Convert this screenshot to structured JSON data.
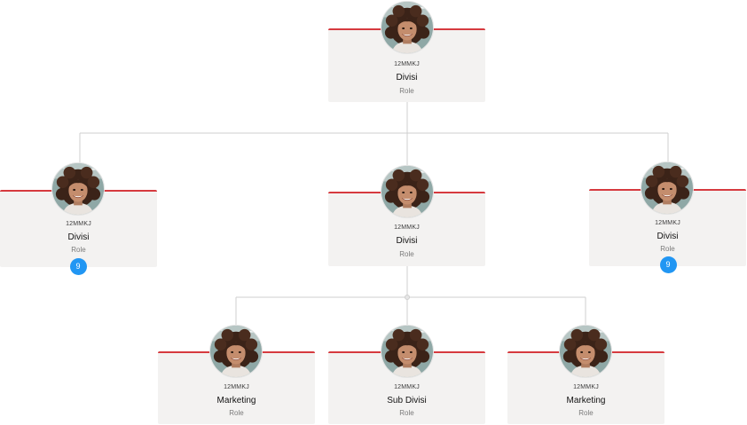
{
  "colors": {
    "card_bg": "#f3f2f1",
    "card_accent": "#d63a3f",
    "connector": "#cfcfcf",
    "badge": "#2196f3"
  },
  "nodes": {
    "root": {
      "code": "12MMKJ",
      "name": "Divisi",
      "role": "Role",
      "avatar": "person-avatar"
    },
    "left": {
      "code": "12MMKJ",
      "name": "Divisi",
      "role": "Role",
      "avatar": "person-avatar",
      "badge": "9"
    },
    "middle": {
      "code": "12MMKJ",
      "name": "Divisi",
      "role": "Role",
      "avatar": "person-avatar"
    },
    "right": {
      "code": "12MMKJ",
      "name": "Divisi",
      "role": "Role",
      "avatar": "person-avatar",
      "badge": "9"
    },
    "child_left": {
      "code": "12MMKJ",
      "name": "Marketing",
      "role": "Role",
      "avatar": "person-avatar"
    },
    "child_mid": {
      "code": "12MMKJ",
      "name": "Sub Divisi",
      "role": "Role",
      "avatar": "person-avatar"
    },
    "child_right": {
      "code": "12MMKJ",
      "name": "Marketing",
      "role": "Role",
      "avatar": "person-avatar"
    }
  }
}
